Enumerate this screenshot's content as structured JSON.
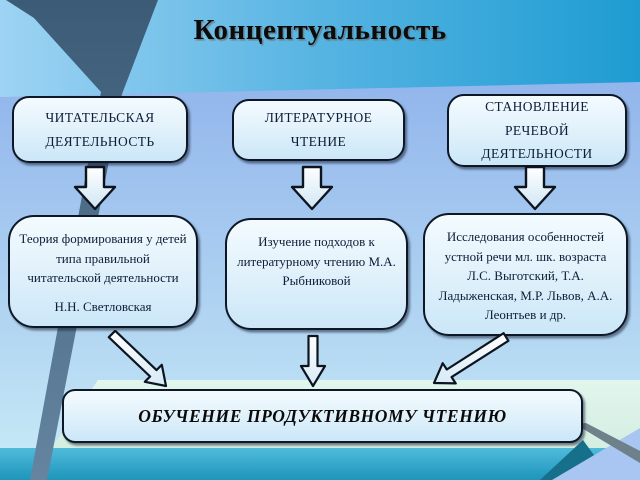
{
  "title": "Концептуальность",
  "top_row": [
    {
      "label": "ЧИТАТЕЛЬСКАЯ ДЕЯТЕЛЬНОСТЬ"
    },
    {
      "label": "ЛИТЕРАТУРНОЕ ЧТЕНИЕ"
    },
    {
      "label": "СТАНОВЛЕНИЕ РЕЧЕВОЙ ДЕЯТЕЛЬНОСТИ"
    }
  ],
  "middle_row": [
    {
      "text": "Теория формирования у детей типа правильной читательской деятельности",
      "author": "Н.Н. Светловская"
    },
    {
      "text": "Изучение подходов к литературному чтению М.А. Рыбниковой"
    },
    {
      "text": "Исследования особенностей устной речи мл. шк. возраста Л.С. Выготский, Т.А. Ладыженская, М.Р. Львов, А.А. Леонтьев и др."
    }
  ],
  "bottom_box": {
    "label": "ОБУЧЕНИЕ ПРОДУКТИВНОМУ ЧТЕНИЮ"
  },
  "colors": {
    "top_band_left": "#9ed3f3",
    "top_band_right": "#1e9cd2",
    "content_top": "#92b5ec",
    "content_bottom": "#c9ecf7",
    "box_fill_top": "#f3fbff",
    "box_fill_bottom": "#cbe7f8",
    "box_border": "#0d1726",
    "box_text": "#0e1d38",
    "title_text": "#0b0b0b",
    "slate_shape": "#3b5b76",
    "mint_area": "#dbf2e6",
    "teal_band": "#1e95ba",
    "periwinkle_triangle": "#a9c6f2"
  }
}
